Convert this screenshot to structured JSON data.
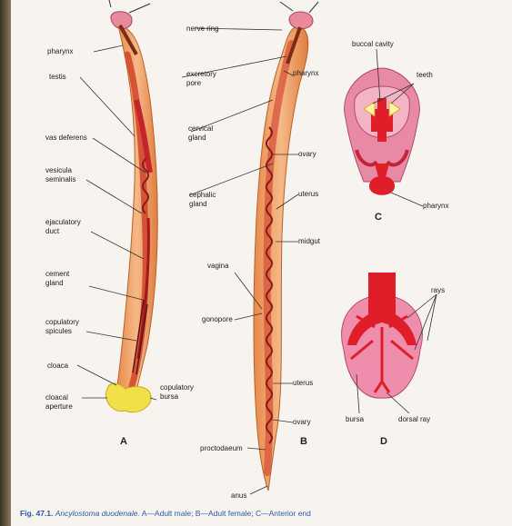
{
  "figure_labels": {
    "A": "A",
    "B": "B",
    "C": "C",
    "D": "D"
  },
  "labels_a": {
    "pharynx": "pharynx",
    "testis": "testis",
    "vas_deferens": "vas deferens",
    "vesicula_1": "vesicula",
    "vesicula_2": "seminalis",
    "ejaculatory_1": "ejaculatory",
    "ejaculatory_2": "duct",
    "cement_1": "cement",
    "cement_2": "gland",
    "copulatory_1": "copulatory",
    "copulatory_2": "spicules",
    "cloaca": "cloaca",
    "cloacal_1": "cloacal",
    "cloacal_2": "aperture",
    "bursa_1": "copulatory",
    "bursa_2": "bursa"
  },
  "labels_mid": {
    "nerve_ring": "nerve ring",
    "excretory_1": "excretory",
    "excretory_2": "pore",
    "cervical_1": "cervical",
    "cervical_2": "gland",
    "cephalic_1": "cephalic",
    "cephalic_2": "gland",
    "vagina": "vagina",
    "gonopore": "gonopore",
    "proctodaeum": "proctodaeum",
    "anus": "anus"
  },
  "labels_b": {
    "pharynx": "pharynx",
    "ovary_1": "ovary",
    "uterus_1": "uterus",
    "midgut": "midgut",
    "uterus_2": "uterus",
    "ovary_2": "ovary"
  },
  "labels_c": {
    "buccal_cavity": "buccal cavity",
    "teeth": "teeth",
    "pharynx": "pharynx"
  },
  "labels_d": {
    "rays": "rays",
    "bursa": "bursa",
    "dorsal_ray": "dorsal ray"
  },
  "caption": {
    "fig_no": "Fig. 47.1.",
    "species": "Ancylostoma duodenale.",
    "rest": "A—Adult male; B—Adult female; C—Anterior end"
  }
}
